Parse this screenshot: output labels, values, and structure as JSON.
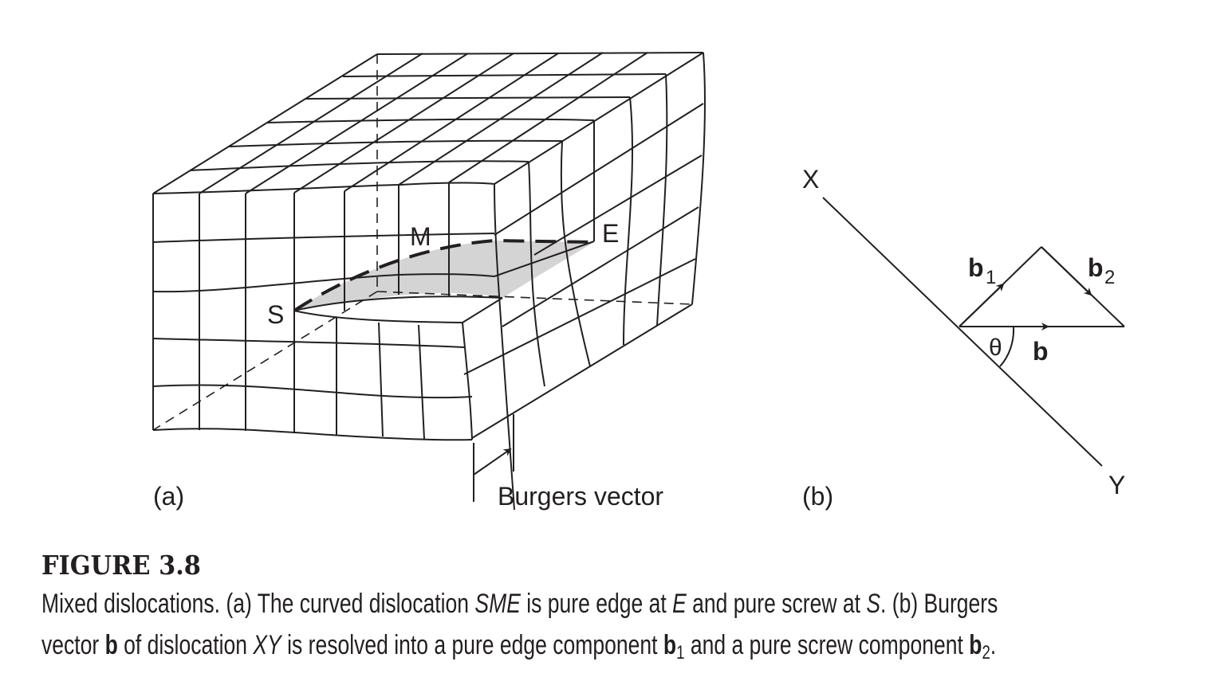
{
  "figure": {
    "number_label": "FIGURE 3.8",
    "panel_a": {
      "label": "(a)",
      "points": {
        "S": "S",
        "M": "M",
        "E": "E"
      },
      "burgers_vector_label": "Burgers vector"
    },
    "panel_b": {
      "label": "(b)",
      "line_ends": {
        "X": "X",
        "Y": "Y"
      },
      "vector_b": "b",
      "vector_b1_base": "b",
      "vector_b1_sub": "1",
      "vector_b2_base": "b",
      "vector_b2_sub": "2",
      "angle": "θ"
    },
    "caption": {
      "line1": {
        "t1": "Mixed dislocations. (a) The curved dislocation ",
        "sme": "SME",
        "t2": " is pure edge at ",
        "e": "E",
        "t3": " and pure screw at ",
        "s": "S",
        "t4": ". (b) Burgers"
      },
      "line2": {
        "t1": "vector ",
        "b": "b",
        "t2": " of dislocation ",
        "xy": "XY",
        "t3": " is resolved into a pure edge component ",
        "b1": "b",
        "b1sub": "1",
        "t4": " and a pure screw component ",
        "b2": "b",
        "b2sub": "2",
        "t5": "."
      }
    },
    "colors": {
      "ink": "#231f20",
      "slip_plane_fill": "#d4d4d4",
      "background": "#ffffff"
    }
  }
}
